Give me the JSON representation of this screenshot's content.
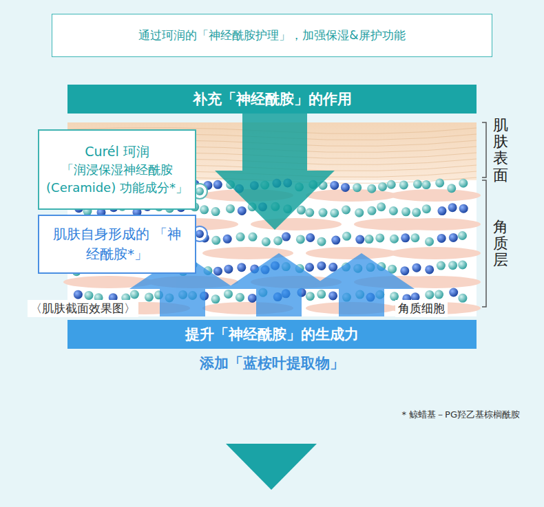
{
  "diagram": {
    "nodes": [
      {
        "text": [
          "通过珂润的「神经酰胺护理」，加强保湿&屏护功能"
        ]
      },
      {
        "text": [
          "补充「神经酰胺」的作用"
        ]
      },
      {
        "text": [
          "Curél 珂润",
          "「润浸保湿神经酰胺 (Ceramide) 功能成分*」"
        ]
      },
      {
        "text": [
          "肌肤自身形成的 「神经酰胺*」"
        ]
      },
      {
        "text": [
          "提升「神经酰胺」的生成力"
        ]
      }
    ],
    "labels": [
      "肌肤表面",
      "角质层",
      "〈肌肤截面效果图〉",
      "角质细胞",
      "添加「蓝桉叶提取物」",
      "* 鲸蜡基－PG羟乙基棕榈酰胺"
    ]
  }
}
